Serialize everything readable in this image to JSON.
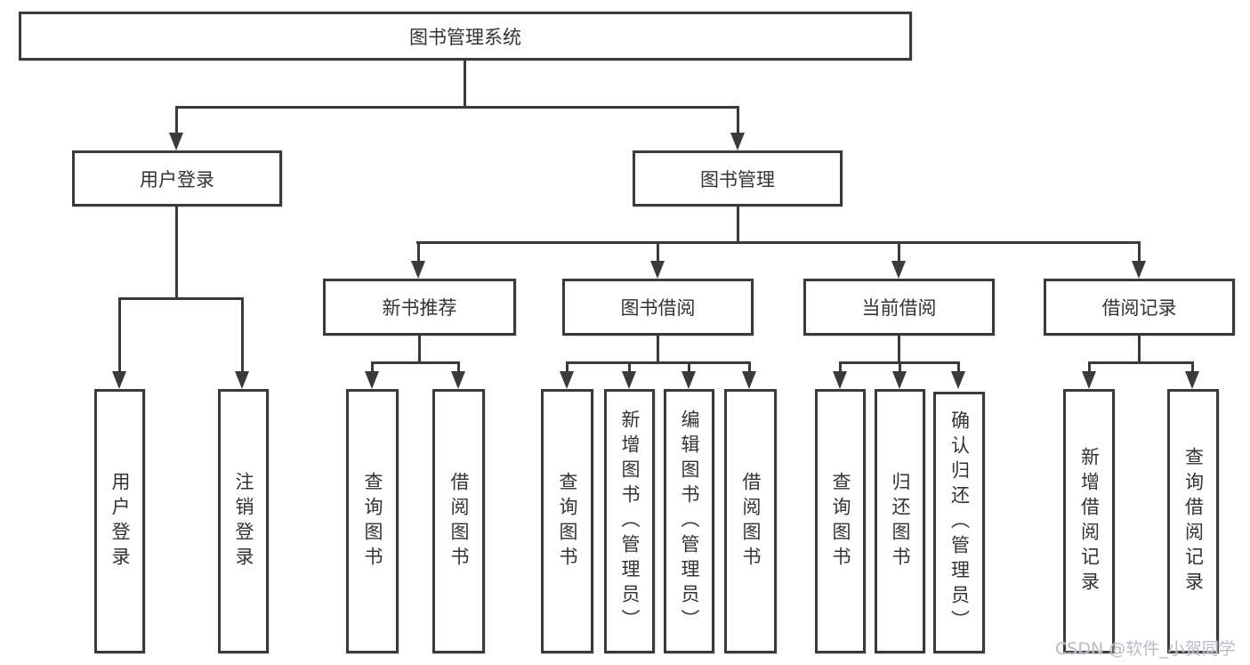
{
  "diagram": {
    "title": "图书管理系统",
    "tree": {
      "label": "图书管理系统",
      "children": [
        {
          "label": "用户登录",
          "children": [
            {
              "label": "用户登录"
            },
            {
              "label": "注销登录"
            }
          ]
        },
        {
          "label": "图书管理",
          "children": [
            {
              "label": "新书推荐",
              "children": [
                {
                  "label": "查询图书"
                },
                {
                  "label": "借阅图书"
                }
              ]
            },
            {
              "label": "图书借阅",
              "children": [
                {
                  "label": "查询图书"
                },
                {
                  "label": "新增图书（管理员）"
                },
                {
                  "label": "编辑图书（管理员）"
                },
                {
                  "label": "借阅图书"
                }
              ]
            },
            {
              "label": "当前借阅",
              "children": [
                {
                  "label": "查询图书"
                },
                {
                  "label": "归还图书"
                },
                {
                  "label": "确认归还（管理员）"
                }
              ]
            },
            {
              "label": "借阅记录",
              "children": [
                {
                  "label": "新增借阅记录"
                },
                {
                  "label": "查询借阅记录"
                }
              ]
            }
          ]
        }
      ]
    },
    "colors": {
      "line": "#3a3a3a",
      "text": "#333333",
      "background": "#ffffff",
      "watermark": "#b8bbc2"
    }
  },
  "watermark": "CSDN @软件_小贺同学"
}
